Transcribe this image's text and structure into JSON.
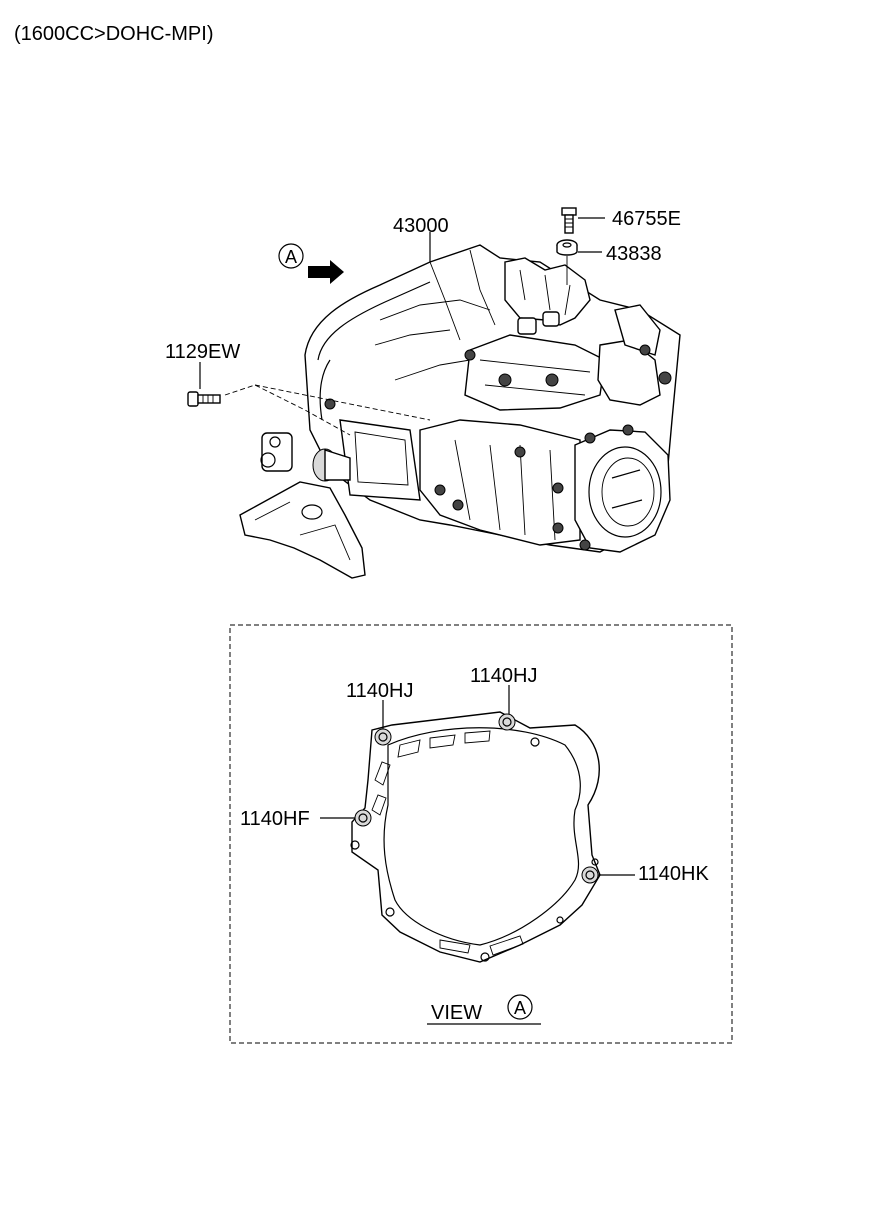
{
  "header": {
    "engine_spec": "(1600CC>DOHC-MPI)"
  },
  "view_marker": {
    "letter": "A"
  },
  "parts": {
    "transaxle": "43000",
    "bolt_top": "46755E",
    "washer_top": "43838",
    "bolt_side": "1129EW",
    "bolt_hj_left": "1140HJ",
    "bolt_hj_right": "1140HJ",
    "bolt_hf": "1140HF",
    "bolt_hk": "1140HK"
  },
  "view_box": {
    "label": "VIEW",
    "letter": "A"
  }
}
